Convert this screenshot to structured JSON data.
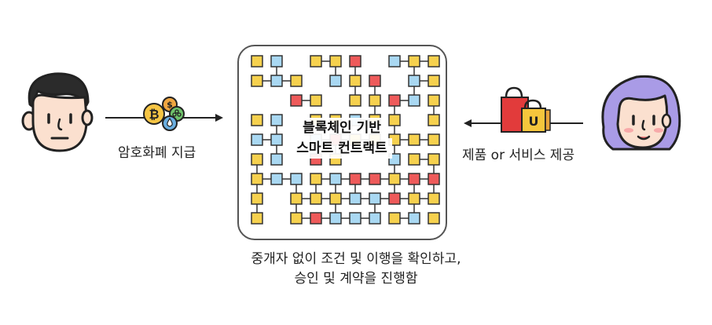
{
  "left": {
    "label": "암호화폐 지급",
    "coin_icons": [
      "bitcoin-coin",
      "dollar-coin",
      "ethereum-coin",
      "water-drop-coin"
    ]
  },
  "center": {
    "title_line1": "블록체인 기반",
    "title_line2": "스마트 컨트랙트"
  },
  "right": {
    "label": "제품 or 서비스 제공",
    "icon": "shopping-bags"
  },
  "caption": {
    "line1": "중개자 없이 조건 및 이행을 확인하고,",
    "line2": "승인 및 계약을 진행함"
  },
  "colors": {
    "block_yellow": "#f6d14e",
    "block_blue": "#a9d8f2",
    "block_red": "#ee5a5a",
    "skin": "#fbe0cf",
    "hair_dark": "#2b2b2b",
    "hair_purple": "#a99be6",
    "bag_red": "#e23b3b",
    "bag_yellow": "#f5c63c"
  }
}
